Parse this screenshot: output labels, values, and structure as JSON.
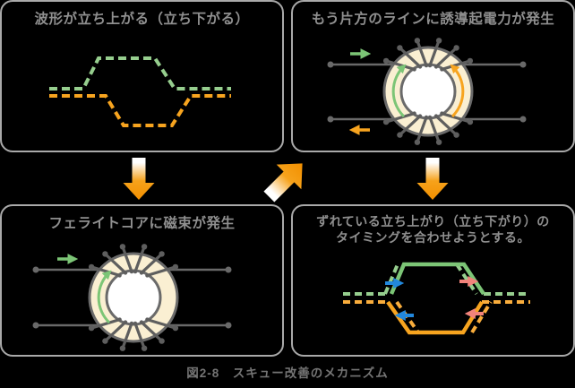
{
  "figure": {
    "caption": "図2-8　スキュー改善のメカニズム"
  },
  "panels": [
    {
      "id": "waveform-edges",
      "title": "波形が立ち上がる（立ち下がる）"
    },
    {
      "id": "induced-emf",
      "title": "もう片方のラインに誘導起電力が発生"
    },
    {
      "id": "flux-in-core",
      "title": "フェライトコアに磁束が発生"
    },
    {
      "id": "timing-align",
      "title_line1": "ずれている立ち上がり（立ち下がり）の",
      "title_line2": "タイミングを合わせようとする。"
    }
  ],
  "icons": {
    "ferrite_core": "toroidal ferrite core with windings",
    "flow_arrows": "orange block arrows showing process flow"
  },
  "colors": {
    "panel_border": "#a9a9a9",
    "panel_title": "#8f8f8f",
    "caption_text": "#757575",
    "green": "#7cc576",
    "green_light": "#96ce8e",
    "orange": "#f7a41f",
    "orange_light": "#f9ad3c",
    "blue": "#2288dd",
    "pink": "#f2837b",
    "wire": "#696969",
    "winding": "#5e5e5e",
    "core_fill": "#faefd2",
    "core_stroke": "#6a6a6a",
    "arrow_orange_mid": "#f6a21b",
    "arrow_orange_deep": "#f39000"
  }
}
